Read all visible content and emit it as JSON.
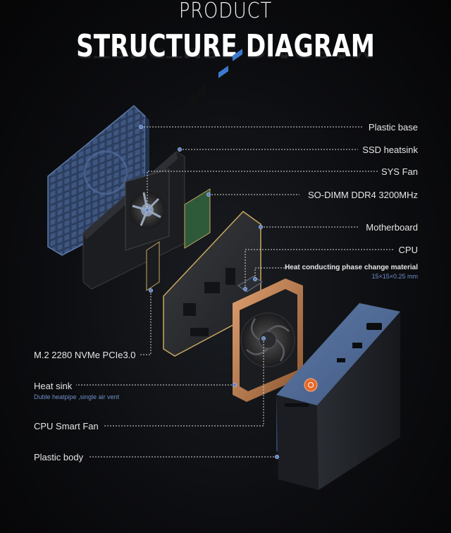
{
  "header": {
    "line1": "PRODUCT",
    "line2": "STRUCTURE DIAGRAM"
  },
  "labels": {
    "plastic_base": "Plastic base",
    "ssd_heatsink": "SSD heatsink",
    "sys_fan": "SYS Fan",
    "sodimm": "SO-DIMM DDR4 3200MHz",
    "motherboard": "Motherboard",
    "cpu": "CPU",
    "heat_material": "Heat conducting phase change material",
    "heat_material_size": "15×15×0.25 mm",
    "m2": "M.2 2280 NVMe PCIe3.0",
    "heat_sink": "Heat sink",
    "heat_sink_sub": "Duble heatpipe ,single air vent",
    "cpu_fan": "CPU Smart Fan",
    "plastic_body": "Plastic body"
  },
  "colors": {
    "accent_blue": "#4a6aa0",
    "copper": "#c88a5a",
    "power_orange": "#e8682a",
    "sub_text_blue": "#6f8fc8"
  }
}
